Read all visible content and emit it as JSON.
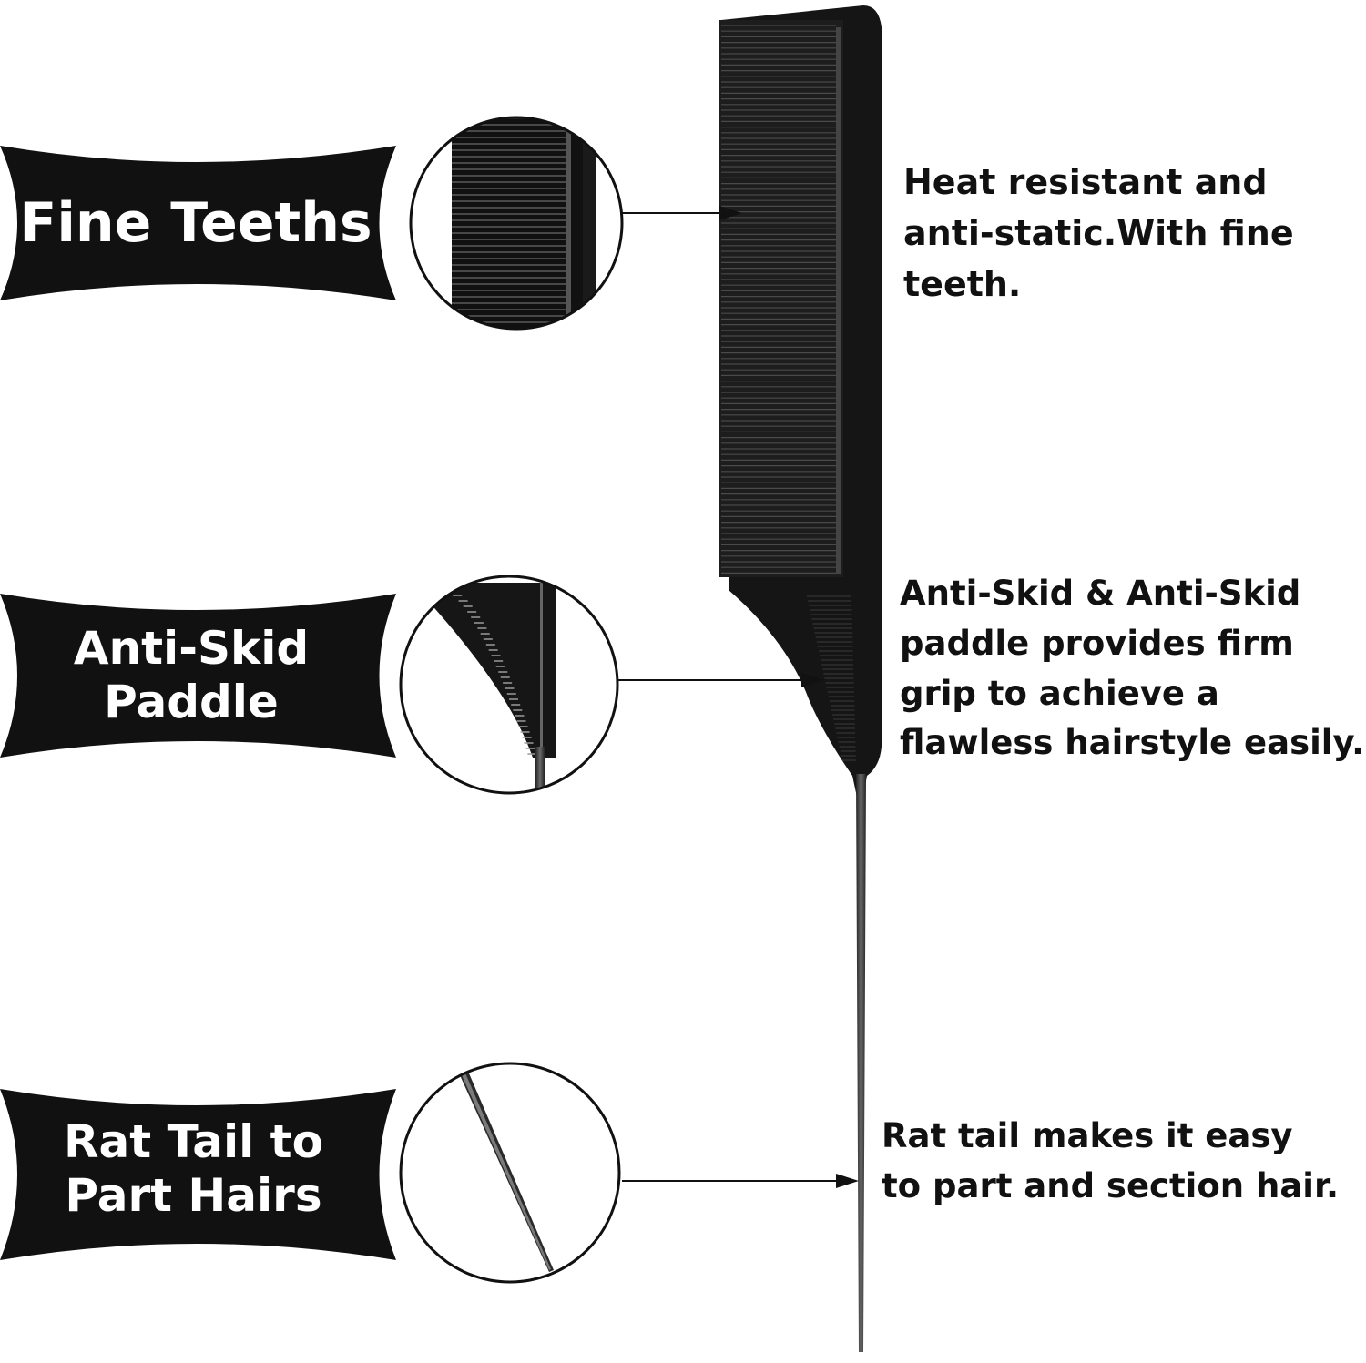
{
  "features": [
    {
      "banner_lines": [
        "Fine Teeths"
      ],
      "description_lines": [
        "Heat resistant and",
        "anti-static.With fine",
        "teeth."
      ],
      "zoom_icon": "fine-teeth-closeup-icon"
    },
    {
      "banner_lines": [
        "Anti-Skid",
        "Paddle"
      ],
      "description_lines": [
        "Anti-Skid & Anti-Skid",
        "paddle provides firm",
        "grip to achieve a",
        "flawless hairstyle easily."
      ],
      "zoom_icon": "anti-skid-paddle-closeup-icon"
    },
    {
      "banner_lines": [
        "Rat Tail to",
        "Part Hairs"
      ],
      "description_lines": [
        "Rat tail makes it easy",
        "to part and section hair."
      ],
      "zoom_icon": "rat-tail-closeup-icon"
    }
  ],
  "colors": {
    "banner": "#111111",
    "comb": "#151515",
    "tooth": "#2b2b2b",
    "background": "#ffffff"
  }
}
